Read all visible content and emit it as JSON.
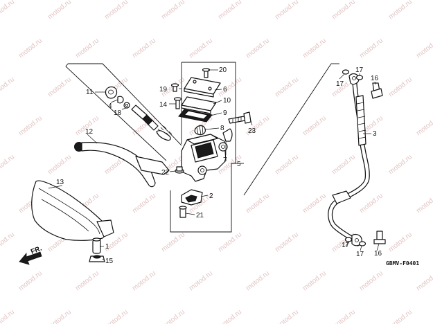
{
  "watermark": {
    "text": "motod.ru"
  },
  "diagram_code": "GBMV-F0401",
  "direction_arrow": {
    "label": "FR."
  },
  "callouts": [
    {
      "id": "c1",
      "number": "1"
    },
    {
      "id": "c2",
      "number": "2"
    },
    {
      "id": "c3",
      "number": "3"
    },
    {
      "id": "c4",
      "number": "4"
    },
    {
      "id": "c5",
      "number": "5"
    },
    {
      "id": "c6",
      "number": "6"
    },
    {
      "id": "c7",
      "number": "7"
    },
    {
      "id": "c8",
      "number": "8"
    },
    {
      "id": "c9",
      "number": "9"
    },
    {
      "id": "c10",
      "number": "10"
    },
    {
      "id": "c11",
      "number": "11"
    },
    {
      "id": "c12",
      "number": "12"
    },
    {
      "id": "c13",
      "number": "13"
    },
    {
      "id": "c14",
      "number": "14"
    },
    {
      "id": "c15",
      "number": "15"
    },
    {
      "id": "c16a",
      "number": "16"
    },
    {
      "id": "c16b",
      "number": "16"
    },
    {
      "id": "c17a",
      "number": "17"
    },
    {
      "id": "c17b",
      "number": "17"
    },
    {
      "id": "c17c",
      "number": "17"
    },
    {
      "id": "c17d",
      "number": "17"
    },
    {
      "id": "c18",
      "number": "18"
    },
    {
      "id": "c19",
      "number": "19"
    },
    {
      "id": "c20",
      "number": "20"
    },
    {
      "id": "c21",
      "number": "21"
    },
    {
      "id": "c22",
      "number": "22"
    },
    {
      "id": "c23",
      "number": "23"
    }
  ]
}
